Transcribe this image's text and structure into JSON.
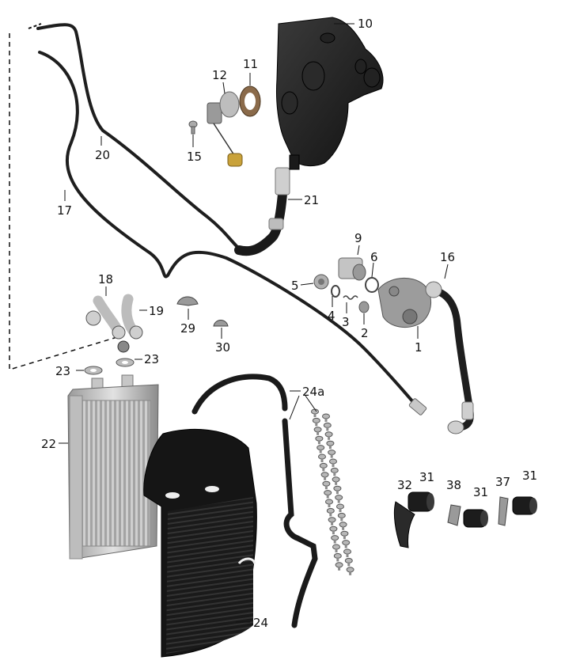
{
  "diagram": {
    "callouts": [
      {
        "id": "10",
        "label": "10"
      },
      {
        "id": "11",
        "label": "11"
      },
      {
        "id": "12",
        "label": "12"
      },
      {
        "id": "15",
        "label": "15"
      },
      {
        "id": "20",
        "label": "20"
      },
      {
        "id": "17",
        "label": "17"
      },
      {
        "id": "21",
        "label": "21"
      },
      {
        "id": "9",
        "label": "9"
      },
      {
        "id": "6",
        "label": "6"
      },
      {
        "id": "16",
        "label": "16"
      },
      {
        "id": "5",
        "label": "5"
      },
      {
        "id": "4",
        "label": "4"
      },
      {
        "id": "3",
        "label": "3"
      },
      {
        "id": "2",
        "label": "2"
      },
      {
        "id": "1",
        "label": "1"
      },
      {
        "id": "18",
        "label": "18"
      },
      {
        "id": "19",
        "label": "19"
      },
      {
        "id": "29",
        "label": "29"
      },
      {
        "id": "30",
        "label": "30"
      },
      {
        "id": "23a",
        "label": "23"
      },
      {
        "id": "23b",
        "label": "23"
      },
      {
        "id": "24a",
        "label": "24a"
      },
      {
        "id": "22",
        "label": "22"
      },
      {
        "id": "24",
        "label": "24"
      },
      {
        "id": "32",
        "label": "32"
      },
      {
        "id": "31a",
        "label": "31"
      },
      {
        "id": "38",
        "label": "38"
      },
      {
        "id": "31b",
        "label": "31"
      },
      {
        "id": "37",
        "label": "37"
      },
      {
        "id": "31c",
        "label": "31"
      }
    ]
  },
  "colors": {
    "part_dark": "#1e1e1e",
    "part_mid": "#555555",
    "metal": "#b9b9b9",
    "metal_dark": "#8a8a8a",
    "brass": "#c9a23a",
    "gasket": "#8a6a4a"
  }
}
